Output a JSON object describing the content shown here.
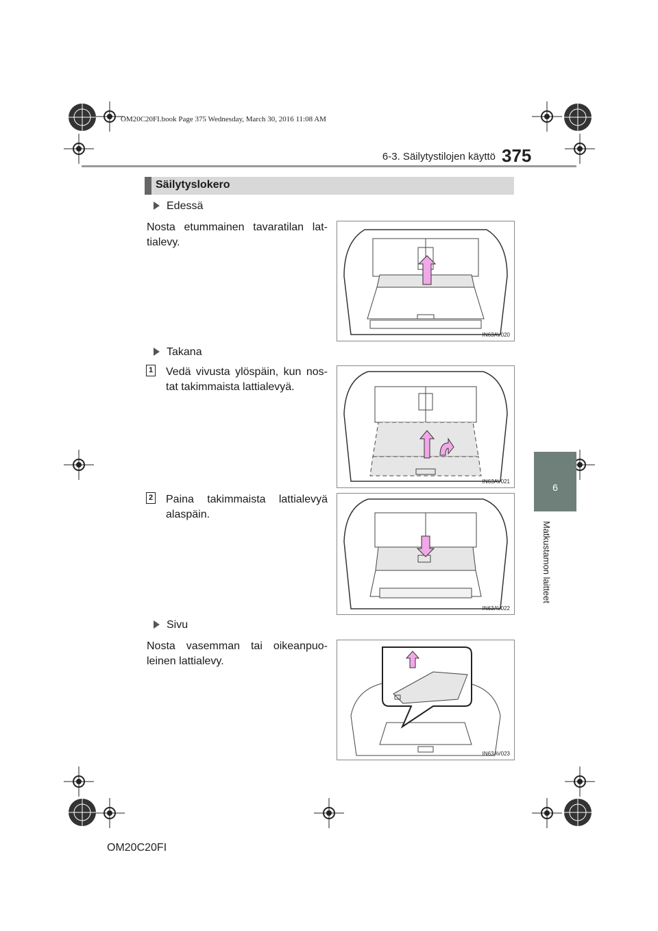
{
  "header": {
    "book_info": "OM20C20FI.book  Page 375  Wednesday, March 30, 2016  11:08 AM",
    "chapter_title": "6-3. Säilytystilojen käyttö",
    "page_number": "375"
  },
  "side_tab": {
    "chapter_number": "6",
    "chapter_label": "Matkustamon laitteet"
  },
  "section": {
    "title": "Säilytyslokero"
  },
  "blocks": [
    {
      "heading": "Edessä",
      "text": "Nosta etummainen tavaratilan lat-tialevy.",
      "figure_code": "IN63AV020"
    },
    {
      "heading": "Takana",
      "steps": [
        {
          "number": "1",
          "text": "Vedä vivusta ylöspäin, kun nos-tat takimmaista lattialevyä.",
          "figure_code": "IN63AV021"
        },
        {
          "number": "2",
          "text": "Paina takimmaista lattialevyä alaspäin.",
          "figure_code": "IN63AV022"
        }
      ]
    },
    {
      "heading": "Sivu",
      "text": "Nosta vasemman tai oikeanpuo-leinen lattialevy.",
      "figure_code": "IN63AV023"
    }
  ],
  "footer": {
    "code": "OM20C20FI"
  },
  "colors": {
    "side_tab": "#6f7f7a",
    "section_bar": "#d8d8d8",
    "arrow": "#f0a8e8"
  }
}
